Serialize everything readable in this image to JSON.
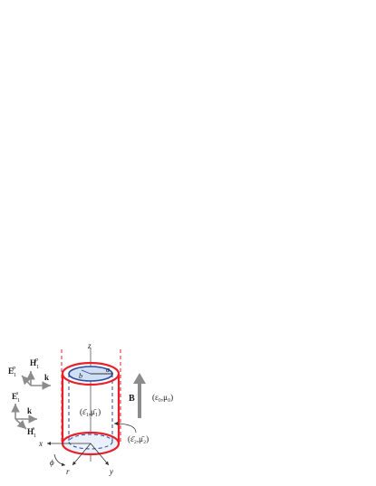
{
  "figure": {
    "labels": {
      "z_axis": "z",
      "x_axis": "x",
      "y_axis": "y",
      "r_label": "r",
      "phi_label": "ϕ",
      "inner_radius": "b",
      "outer_radius": "a",
      "magnetic_field": "B",
      "wave_vector_upper": "k",
      "wave_vector_lower": "k",
      "e_field_p": "E",
      "e_field_p_sub": "1",
      "e_field_p_sup": "p",
      "h_field_p": "H",
      "h_field_p_sub": "1",
      "h_field_p_sup": "p",
      "e_field_s": "E",
      "e_field_s_sub": "1",
      "e_field_s_sup": "s",
      "h_field_s": "H",
      "h_field_s_sub": "1",
      "h_field_s_sup": "s",
      "region0": "(ε₀,μ₀)",
      "region1": "(ε̄₁,μ̄₁)",
      "region2": "(ε̄₂,μ̄₂)"
    },
    "colors": {
      "outer_cylinder": "#e8202a",
      "outer_dashed": "#e8202a",
      "inner_cylinder": "#2a4aa0",
      "inner_fill": "#cfe0f4",
      "arrows": "#8c8c8c",
      "axis": "#333333"
    }
  }
}
